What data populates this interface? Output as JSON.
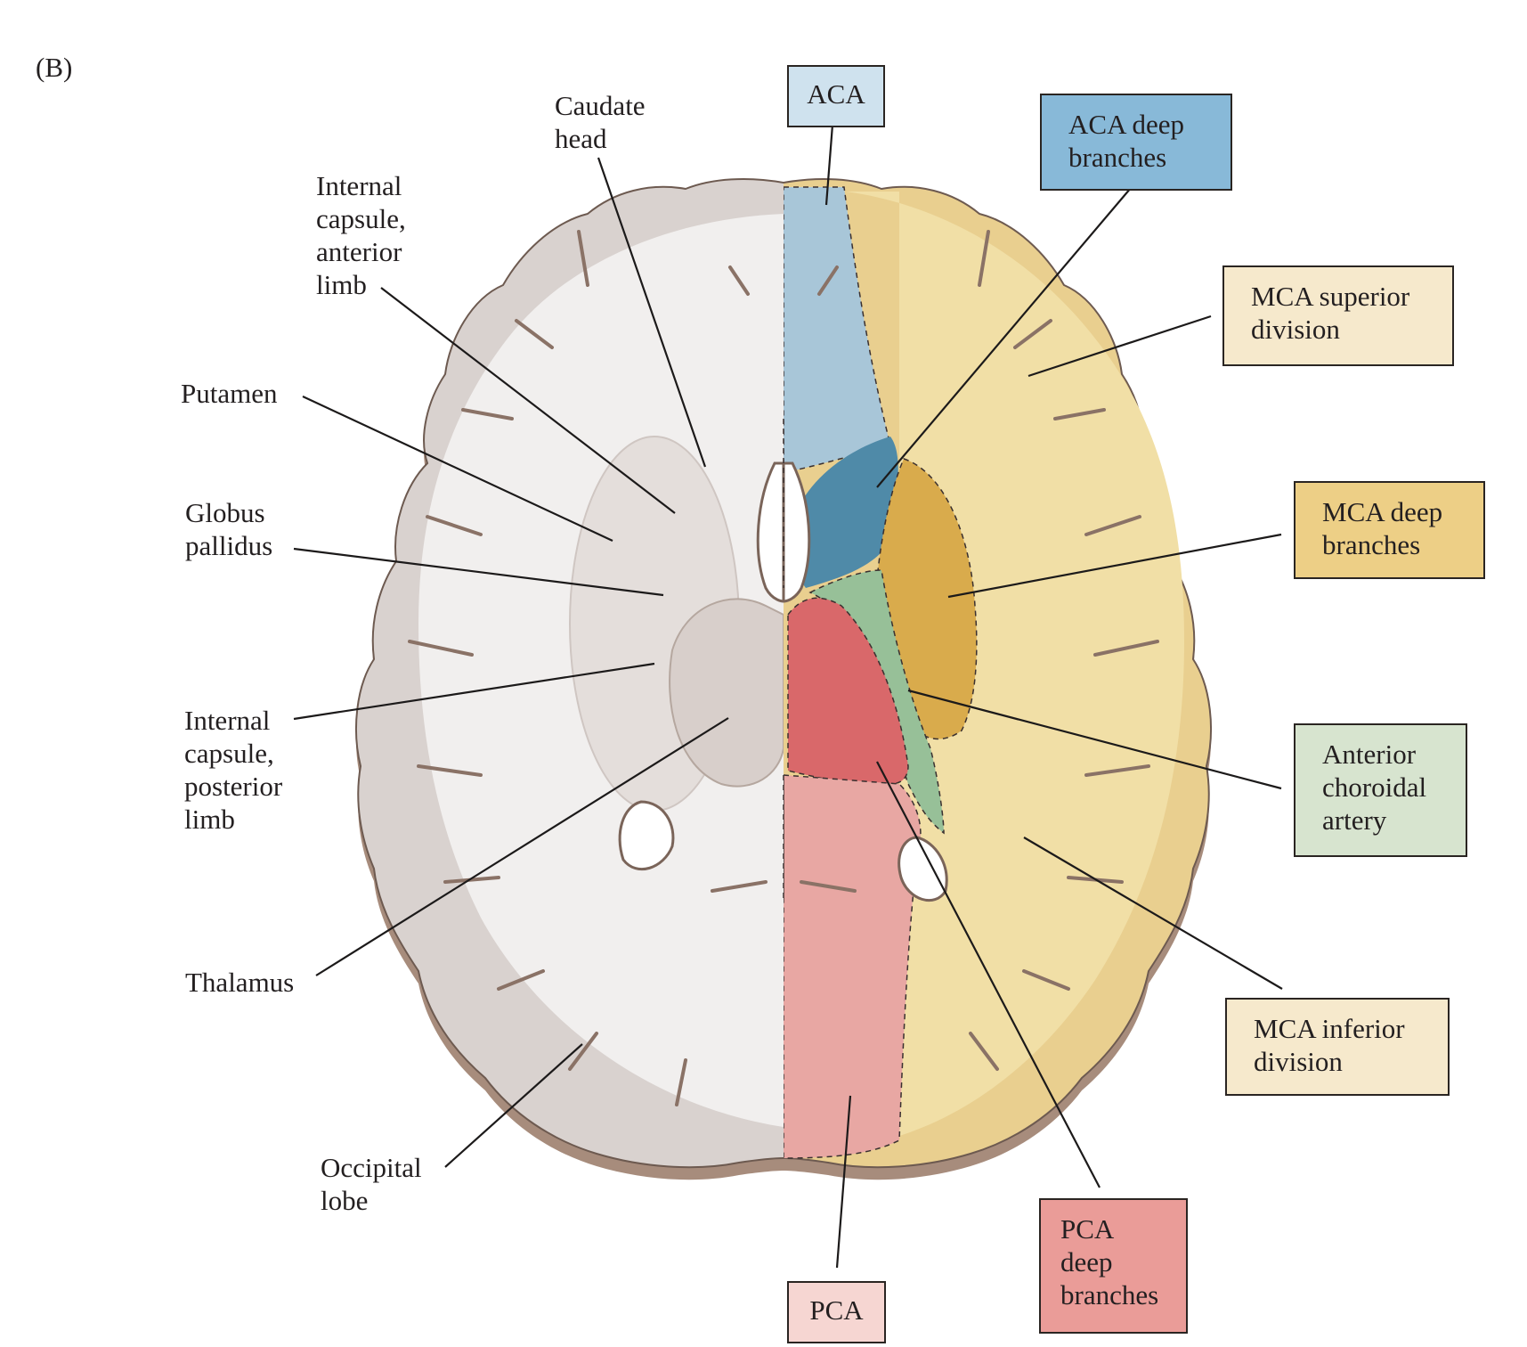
{
  "figure": {
    "panel_label": "(B)",
    "title": "Axial brain section showing arterial vascular territories"
  },
  "structure_labels": {
    "caudate_head": "Caudate\nhead",
    "internal_capsule_anterior": "Internal\ncapsule,\nanterior\nlimb",
    "putamen": "Putamen",
    "globus_pallidus": "Globus\npallidus",
    "internal_capsule_posterior": "Internal\ncapsule,\nposterior\nlimb",
    "thalamus": "Thalamus",
    "occipital_lobe": "Occipital\nlobe"
  },
  "territory_boxes": {
    "aca": {
      "label": "ACA",
      "color": "#cfe2ee"
    },
    "aca_deep": {
      "label": "ACA deep\nbranches",
      "color": "#88b9d8"
    },
    "mca_superior": {
      "label": "MCA superior\ndivision",
      "color": "#f6e9cc"
    },
    "mca_deep": {
      "label": "MCA deep\nbranches",
      "color": "#edcf86"
    },
    "anterior_choroidal": {
      "label": "Anterior\nchoroidal\nartery",
      "color": "#d7e4cf"
    },
    "mca_inferior": {
      "label": "MCA inferior\ndivision",
      "color": "#f6e9cc"
    },
    "pca_deep": {
      "label": "PCA\ndeep\nbranches",
      "color": "#ea9c98"
    },
    "pca": {
      "label": "PCA",
      "color": "#f6d6d2"
    }
  },
  "territory_fill_colors": {
    "aca": "#a8c6d8",
    "aca_deep": "#4f8aa8",
    "mca": "#f1dfa6",
    "mca_deep": "#d9ab4c",
    "anterior_choroidal": "#97c098",
    "pca_deep": "#d9686a",
    "pca": "#e8a7a3",
    "unshaded_gray_matter": "#d9d2cf",
    "unshaded_white_matter": "#f1efee",
    "cortex_edge": "#9f8a7d"
  }
}
